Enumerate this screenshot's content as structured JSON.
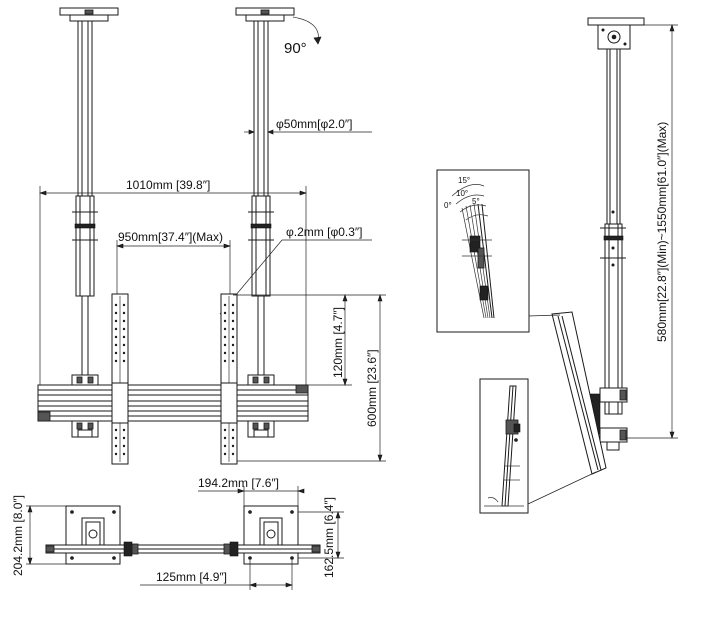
{
  "dimensions": {
    "rotation": "90°",
    "pole_diameter": "φ50mm[φ2.0″]",
    "overall_width": "1010mm [39.8″]",
    "max_bracket_span": "950mm[37.4″](Max)",
    "small_diameter": "φ.2mm [φ0.3″]",
    "upper_height": "120mm [4.7″]",
    "bracket_height": "600mm [23.6″]",
    "pole_length_range": "580mm[22.8″](Min)~1550mm[61.0″](Max)",
    "plate_width": "194.2mm [7.6″]",
    "plate_height": "204.2mm [8.0″]",
    "plate_hole_height": "162.5mm [6.4″]",
    "plate_hole_width": "125mm [4.9″]"
  },
  "tilt_angles": {
    "a15": "15°",
    "a10": "10°",
    "a5": "5°",
    "a0": "0°"
  },
  "colors": {
    "line": "#1a1a1a",
    "background": "#ffffff"
  }
}
